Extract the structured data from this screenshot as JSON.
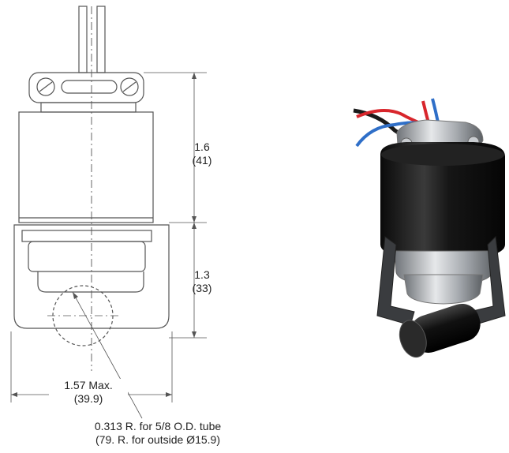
{
  "dimensions": {
    "height_upper": {
      "value": "1.6",
      "metric": "(41)"
    },
    "height_lower": {
      "value": "1.3",
      "metric": "(33)"
    },
    "width_max": {
      "value": "1.57 Max.",
      "metric": "(39.9)"
    }
  },
  "callout": {
    "line1": "0.313 R. for 5/8 O.D. tube",
    "line2": "(79. R. for outside Ø15.9)"
  },
  "colors": {
    "drawing_line": "#555555",
    "wire_red": "#d8262c",
    "wire_blue": "#2f6fc8",
    "wire_black": "#1a1a1a",
    "body_black": "#161616",
    "bracket_steel": "#9a9ea3"
  },
  "icons": [
    "solenoid-technical-drawing",
    "solenoid-photo"
  ]
}
